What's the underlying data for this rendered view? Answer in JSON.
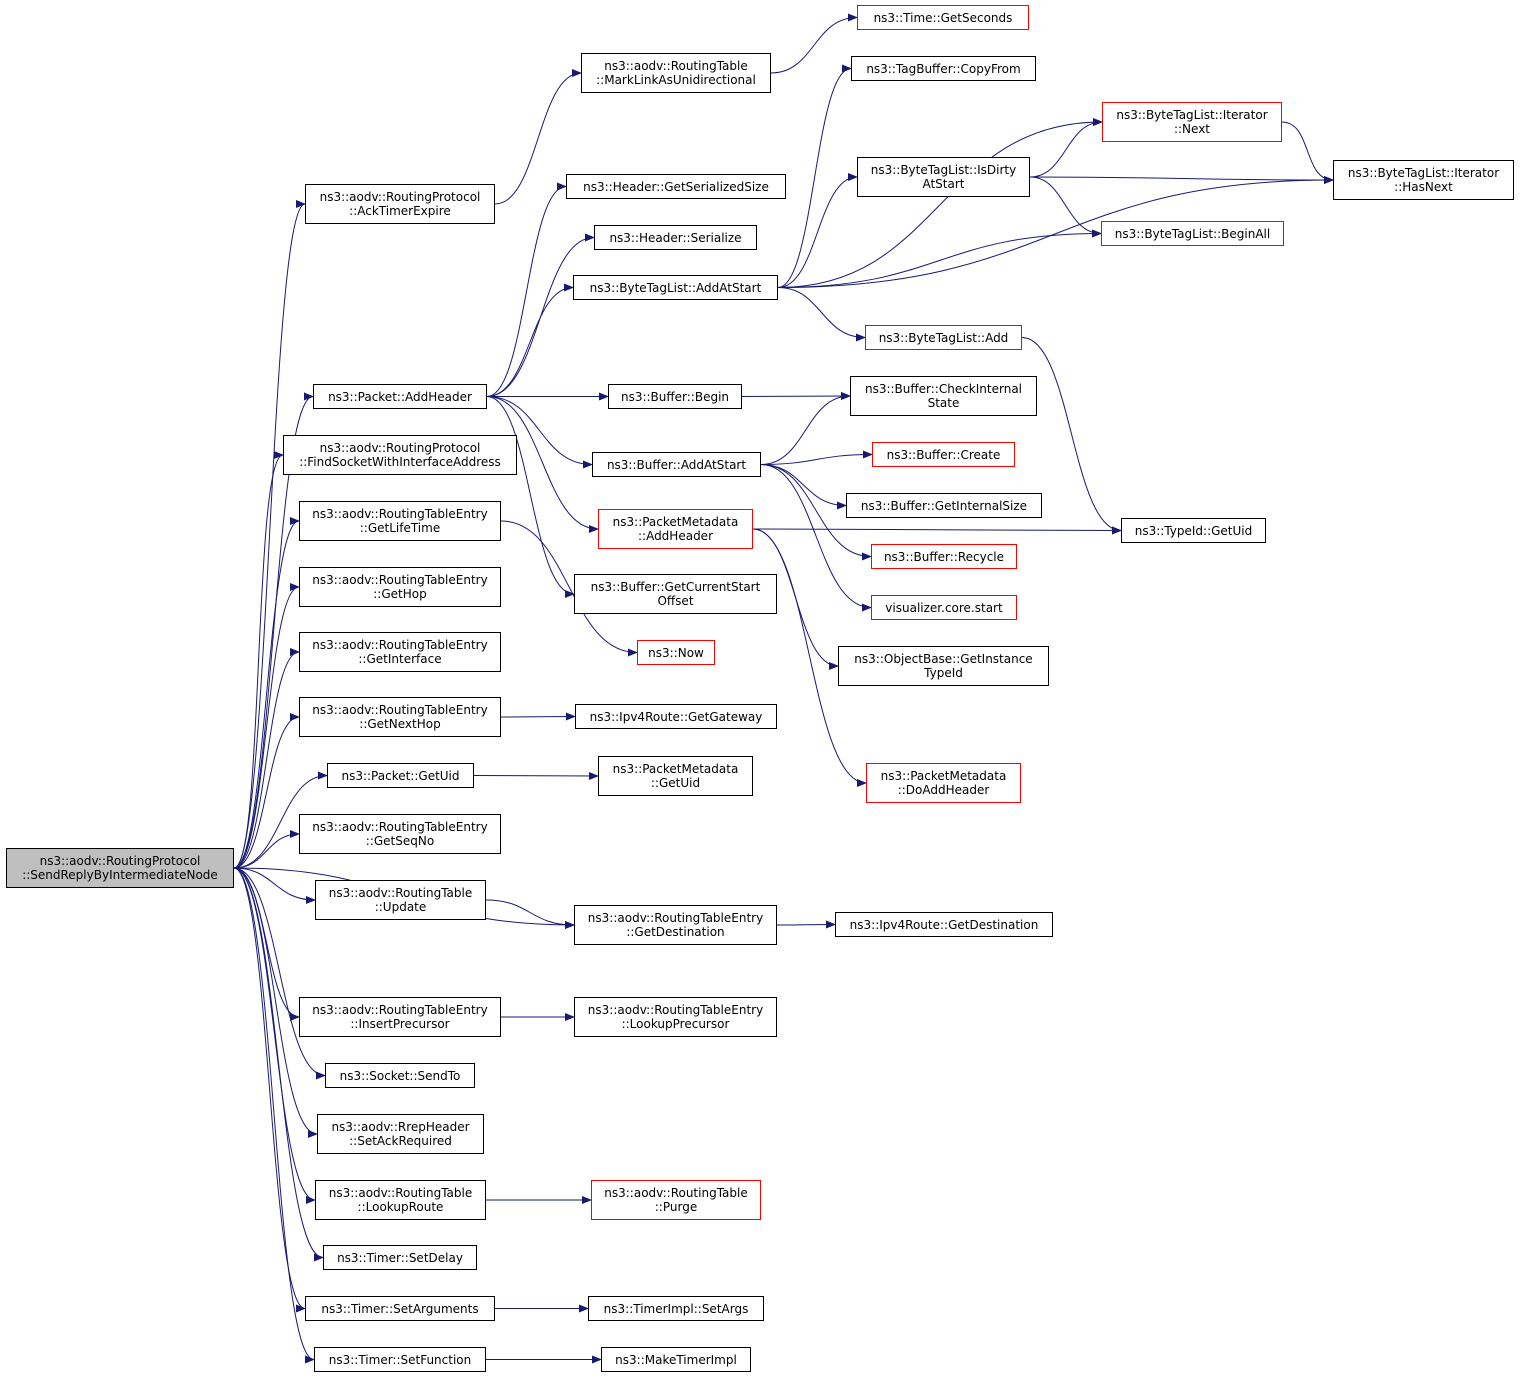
{
  "colors": {
    "edge": "#191970",
    "node_border": "#000000",
    "node_border_incomplete": "#ff0000",
    "root_fill": "#bfbfbf"
  },
  "nodes": {
    "send_reply": "ns3::aodv::RoutingProtocol\n::SendReplyByIntermediateNode",
    "ack_timer_expire": "ns3::aodv::RoutingProtocol\n::AckTimerExpire",
    "mark_link": "ns3::aodv::RoutingTable\n::MarkLinkAsUnidirectional",
    "time_get_seconds": "ns3::Time::GetSeconds",
    "packet_add_header": "ns3::Packet::AddHeader",
    "find_socket": "ns3::aodv::RoutingProtocol\n::FindSocketWithInterfaceAddress",
    "rte_get_lifetime": "ns3::aodv::RoutingTableEntry\n::GetLifeTime",
    "rte_get_hop": "ns3::aodv::RoutingTableEntry\n::GetHop",
    "rte_get_interface": "ns3::aodv::RoutingTableEntry\n::GetInterface",
    "rte_get_next_hop": "ns3::aodv::RoutingTableEntry\n::GetNextHop",
    "packet_get_uid": "ns3::Packet::GetUid",
    "rte_get_seqno": "ns3::aodv::RoutingTableEntry\n::GetSeqNo",
    "rt_update": "ns3::aodv::RoutingTable\n::Update",
    "rte_insert_precursor": "ns3::aodv::RoutingTableEntry\n::InsertPrecursor",
    "socket_send_to": "ns3::Socket::SendTo",
    "rrep_set_ack": "ns3::aodv::RrepHeader\n::SetAckRequired",
    "rt_lookup_route": "ns3::aodv::RoutingTable\n::LookupRoute",
    "timer_set_delay": "ns3::Timer::SetDelay",
    "timer_set_arguments": "ns3::Timer::SetArguments",
    "timer_set_function": "ns3::Timer::SetFunction",
    "header_get_serialized_size": "ns3::Header::GetSerializedSize",
    "header_serialize": "ns3::Header::Serialize",
    "btl_add_at_start": "ns3::ByteTagList::AddAtStart",
    "buffer_begin": "ns3::Buffer::Begin",
    "buffer_add_at_start": "ns3::Buffer::AddAtStart",
    "pm_add_header": "ns3::PacketMetadata\n::AddHeader",
    "buffer_get_current_start_offset": "ns3::Buffer::GetCurrentStart\nOffset",
    "now": "ns3::Now",
    "ipv4_get_gateway": "ns3::Ipv4Route::GetGateway",
    "pm_get_uid": "ns3::PacketMetadata\n::GetUid",
    "rte_get_destination": "ns3::aodv::RoutingTableEntry\n::GetDestination",
    "rte_lookup_precursor": "ns3::aodv::RoutingTableEntry\n::LookupPrecursor",
    "rt_purge": "ns3::aodv::RoutingTable\n::Purge",
    "timerimpl_set_args": "ns3::TimerImpl::SetArgs",
    "make_timer_impl": "ns3::MakeTimerImpl",
    "tagbuffer_copy_from": "ns3::TagBuffer::CopyFrom",
    "btl_is_dirty_at_start": "ns3::ByteTagList::IsDirty\nAtStart",
    "btl_add": "ns3::ByteTagList::Add",
    "buffer_check_internal_state": "ns3::Buffer::CheckInternal\nState",
    "buffer_create": "ns3::Buffer::Create",
    "buffer_get_internal_size": "ns3::Buffer::GetInternalSize",
    "buffer_recycle": "ns3::Buffer::Recycle",
    "visualizer_core_start": "visualizer.core.start",
    "objectbase_get_instance_typeid": "ns3::ObjectBase::GetInstance\nTypeId",
    "pm_do_add_header": "ns3::PacketMetadata\n::DoAddHeader",
    "ipv4_get_destination": "ns3::Ipv4Route::GetDestination",
    "btl_iterator_next": "ns3::ByteTagList::Iterator\n::Next",
    "btl_begin_all": "ns3::ByteTagList::BeginAll",
    "btl_iterator_has_next": "ns3::ByteTagList::Iterator\n::HasNext",
    "typeid_get_uid": "ns3::TypeId::GetUid"
  },
  "edges": [
    [
      "send_reply",
      "ack_timer_expire"
    ],
    [
      "send_reply",
      "packet_add_header"
    ],
    [
      "send_reply",
      "find_socket"
    ],
    [
      "send_reply",
      "rte_get_lifetime"
    ],
    [
      "send_reply",
      "rte_get_hop"
    ],
    [
      "send_reply",
      "rte_get_interface"
    ],
    [
      "send_reply",
      "rte_get_next_hop"
    ],
    [
      "send_reply",
      "packet_get_uid"
    ],
    [
      "send_reply",
      "rte_get_seqno"
    ],
    [
      "send_reply",
      "rt_update"
    ],
    [
      "send_reply",
      "rte_get_destination"
    ],
    [
      "send_reply",
      "rte_insert_precursor"
    ],
    [
      "send_reply",
      "socket_send_to"
    ],
    [
      "send_reply",
      "rrep_set_ack"
    ],
    [
      "send_reply",
      "rt_lookup_route"
    ],
    [
      "send_reply",
      "timer_set_delay"
    ],
    [
      "send_reply",
      "timer_set_arguments"
    ],
    [
      "send_reply",
      "timer_set_function"
    ],
    [
      "ack_timer_expire",
      "mark_link"
    ],
    [
      "mark_link",
      "time_get_seconds"
    ],
    [
      "packet_add_header",
      "header_get_serialized_size"
    ],
    [
      "packet_add_header",
      "header_serialize"
    ],
    [
      "packet_add_header",
      "btl_add_at_start"
    ],
    [
      "packet_add_header",
      "buffer_begin"
    ],
    [
      "packet_add_header",
      "buffer_add_at_start"
    ],
    [
      "packet_add_header",
      "pm_add_header"
    ],
    [
      "packet_add_header",
      "buffer_get_current_start_offset"
    ],
    [
      "rte_get_lifetime",
      "now"
    ],
    [
      "rte_get_next_hop",
      "ipv4_get_gateway"
    ],
    [
      "packet_get_uid",
      "pm_get_uid"
    ],
    [
      "rt_update",
      "rte_get_destination"
    ],
    [
      "rte_get_destination",
      "ipv4_get_destination"
    ],
    [
      "rte_insert_precursor",
      "rte_lookup_precursor"
    ],
    [
      "rt_lookup_route",
      "rt_purge"
    ],
    [
      "timer_set_arguments",
      "timerimpl_set_args"
    ],
    [
      "timer_set_function",
      "make_timer_impl"
    ],
    [
      "btl_add_at_start",
      "tagbuffer_copy_from"
    ],
    [
      "btl_add_at_start",
      "btl_iterator_next"
    ],
    [
      "btl_add_at_start",
      "btl_is_dirty_at_start"
    ],
    [
      "btl_add_at_start",
      "btl_begin_all"
    ],
    [
      "btl_add_at_start",
      "btl_iterator_has_next"
    ],
    [
      "btl_add_at_start",
      "btl_add"
    ],
    [
      "btl_is_dirty_at_start",
      "btl_iterator_next"
    ],
    [
      "btl_is_dirty_at_start",
      "btl_iterator_has_next"
    ],
    [
      "btl_is_dirty_at_start",
      "btl_begin_all"
    ],
    [
      "btl_iterator_next",
      "btl_iterator_has_next"
    ],
    [
      "btl_add",
      "typeid_get_uid"
    ],
    [
      "buffer_begin",
      "buffer_check_internal_state"
    ],
    [
      "buffer_add_at_start",
      "buffer_check_internal_state"
    ],
    [
      "buffer_add_at_start",
      "buffer_create"
    ],
    [
      "buffer_add_at_start",
      "buffer_get_internal_size"
    ],
    [
      "buffer_add_at_start",
      "buffer_recycle"
    ],
    [
      "buffer_add_at_start",
      "visualizer_core_start"
    ],
    [
      "pm_add_header",
      "objectbase_get_instance_typeid"
    ],
    [
      "pm_add_header",
      "pm_do_add_header"
    ],
    [
      "pm_add_header",
      "typeid_get_uid"
    ]
  ]
}
